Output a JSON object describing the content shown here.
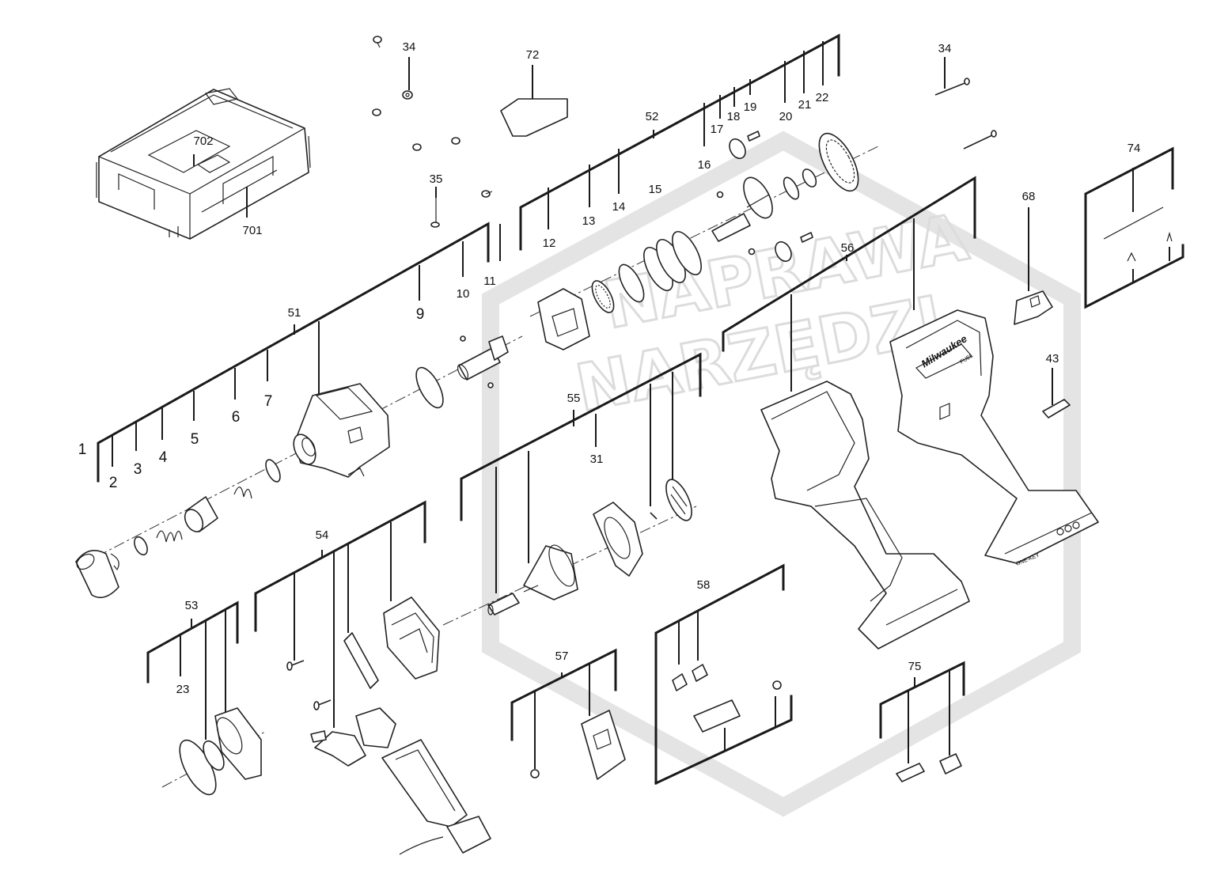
{
  "watermark": {
    "line1": "NAPRAWA",
    "line2": "NARZĘDZI"
  },
  "brand": {
    "housing_logo": "Milwaukee",
    "housing_model": "FUEL",
    "battery_badge": "ONE-KEY"
  },
  "callouts": [
    {
      "id": "c-1",
      "label": "1"
    },
    {
      "id": "c-2",
      "label": "2"
    },
    {
      "id": "c-3",
      "label": "3"
    },
    {
      "id": "c-4",
      "label": "4"
    },
    {
      "id": "c-5",
      "label": "5"
    },
    {
      "id": "c-6",
      "label": "6"
    },
    {
      "id": "c-7",
      "label": "7"
    },
    {
      "id": "c-9",
      "label": "9"
    },
    {
      "id": "c-10",
      "label": "10"
    },
    {
      "id": "c-11",
      "label": "11"
    },
    {
      "id": "c-12",
      "label": "12"
    },
    {
      "id": "c-13",
      "label": "13"
    },
    {
      "id": "c-14",
      "label": "14"
    },
    {
      "id": "c-15",
      "label": "15"
    },
    {
      "id": "c-16",
      "label": "16"
    },
    {
      "id": "c-17",
      "label": "17"
    },
    {
      "id": "c-18",
      "label": "18"
    },
    {
      "id": "c-19",
      "label": "19"
    },
    {
      "id": "c-20",
      "label": "20"
    },
    {
      "id": "c-21",
      "label": "21"
    },
    {
      "id": "c-22",
      "label": "22"
    },
    {
      "id": "c-23",
      "label": "23"
    },
    {
      "id": "c-31",
      "label": "31"
    },
    {
      "id": "c-34a",
      "label": "34"
    },
    {
      "id": "c-34b",
      "label": "34"
    },
    {
      "id": "c-35",
      "label": "35"
    },
    {
      "id": "c-43",
      "label": "43"
    },
    {
      "id": "c-51",
      "label": "51"
    },
    {
      "id": "c-52",
      "label": "52"
    },
    {
      "id": "c-53",
      "label": "53"
    },
    {
      "id": "c-54",
      "label": "54"
    },
    {
      "id": "c-55",
      "label": "55"
    },
    {
      "id": "c-56",
      "label": "56"
    },
    {
      "id": "c-57",
      "label": "57"
    },
    {
      "id": "c-58",
      "label": "58"
    },
    {
      "id": "c-68",
      "label": "68"
    },
    {
      "id": "c-72",
      "label": "72"
    },
    {
      "id": "c-74",
      "label": "74"
    },
    {
      "id": "c-75",
      "label": "75"
    },
    {
      "id": "c-701",
      "label": "701"
    },
    {
      "id": "c-702",
      "label": "702"
    }
  ]
}
